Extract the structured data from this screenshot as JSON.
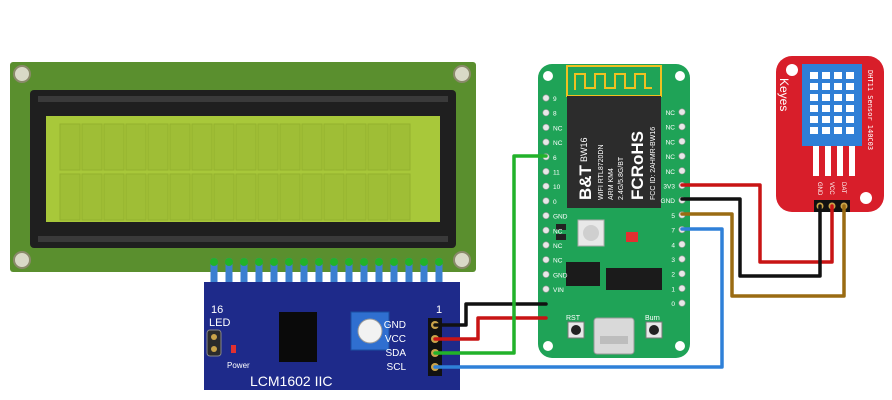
{
  "colors": {
    "lcd_board": "#5a8f2e",
    "lcd_screen": "#a8c83a",
    "lcd_bezel": "#1f1f1f",
    "i2c_board": "#1e2a8a",
    "mcu_board": "#1fa357",
    "sensor_board": "#d81e2a",
    "sensor_body": "#2f7fd6",
    "wire_black": "#111111",
    "wire_red": "#c81414",
    "wire_green": "#22b22a",
    "wire_blue": "#2f80d8",
    "wire_brown": "#9a6b12",
    "header_pin": "#3b7fd0"
  },
  "i2c_module": {
    "title": "LCM1602 IIC",
    "pin_left": "16",
    "pin_right": "1",
    "led_label": "LED",
    "power_label": "Power",
    "pins": [
      "GND",
      "VCC",
      "SDA",
      "SCL"
    ]
  },
  "mcu": {
    "brand": "B&T",
    "model": "BW16",
    "line1": "WIFI RTL8720DN",
    "line2": "ARM KM4",
    "line3": "2.4G/5.8G/BT",
    "fcc": "FCC ID: 2AHMR-BW16",
    "rohs": "FCRoHS",
    "left_pins": [
      "9",
      "8",
      "NC",
      "NC",
      "6",
      "11",
      "10",
      "0",
      "GND",
      "NC",
      "NC",
      "NC",
      "GND",
      "VIN"
    ],
    "right_pins": [
      "NC",
      "NC",
      "NC",
      "NC",
      "NC",
      "3V3",
      "GND",
      "5",
      "7",
      "4",
      "3",
      "2",
      "1",
      "0"
    ],
    "rst_label": "RST",
    "burn_label": "Burn"
  },
  "sensor": {
    "brand": "Keyes",
    "label": "DHT11 Sensor 140C03",
    "pins": [
      "GND",
      "VCC",
      "DAT"
    ]
  }
}
